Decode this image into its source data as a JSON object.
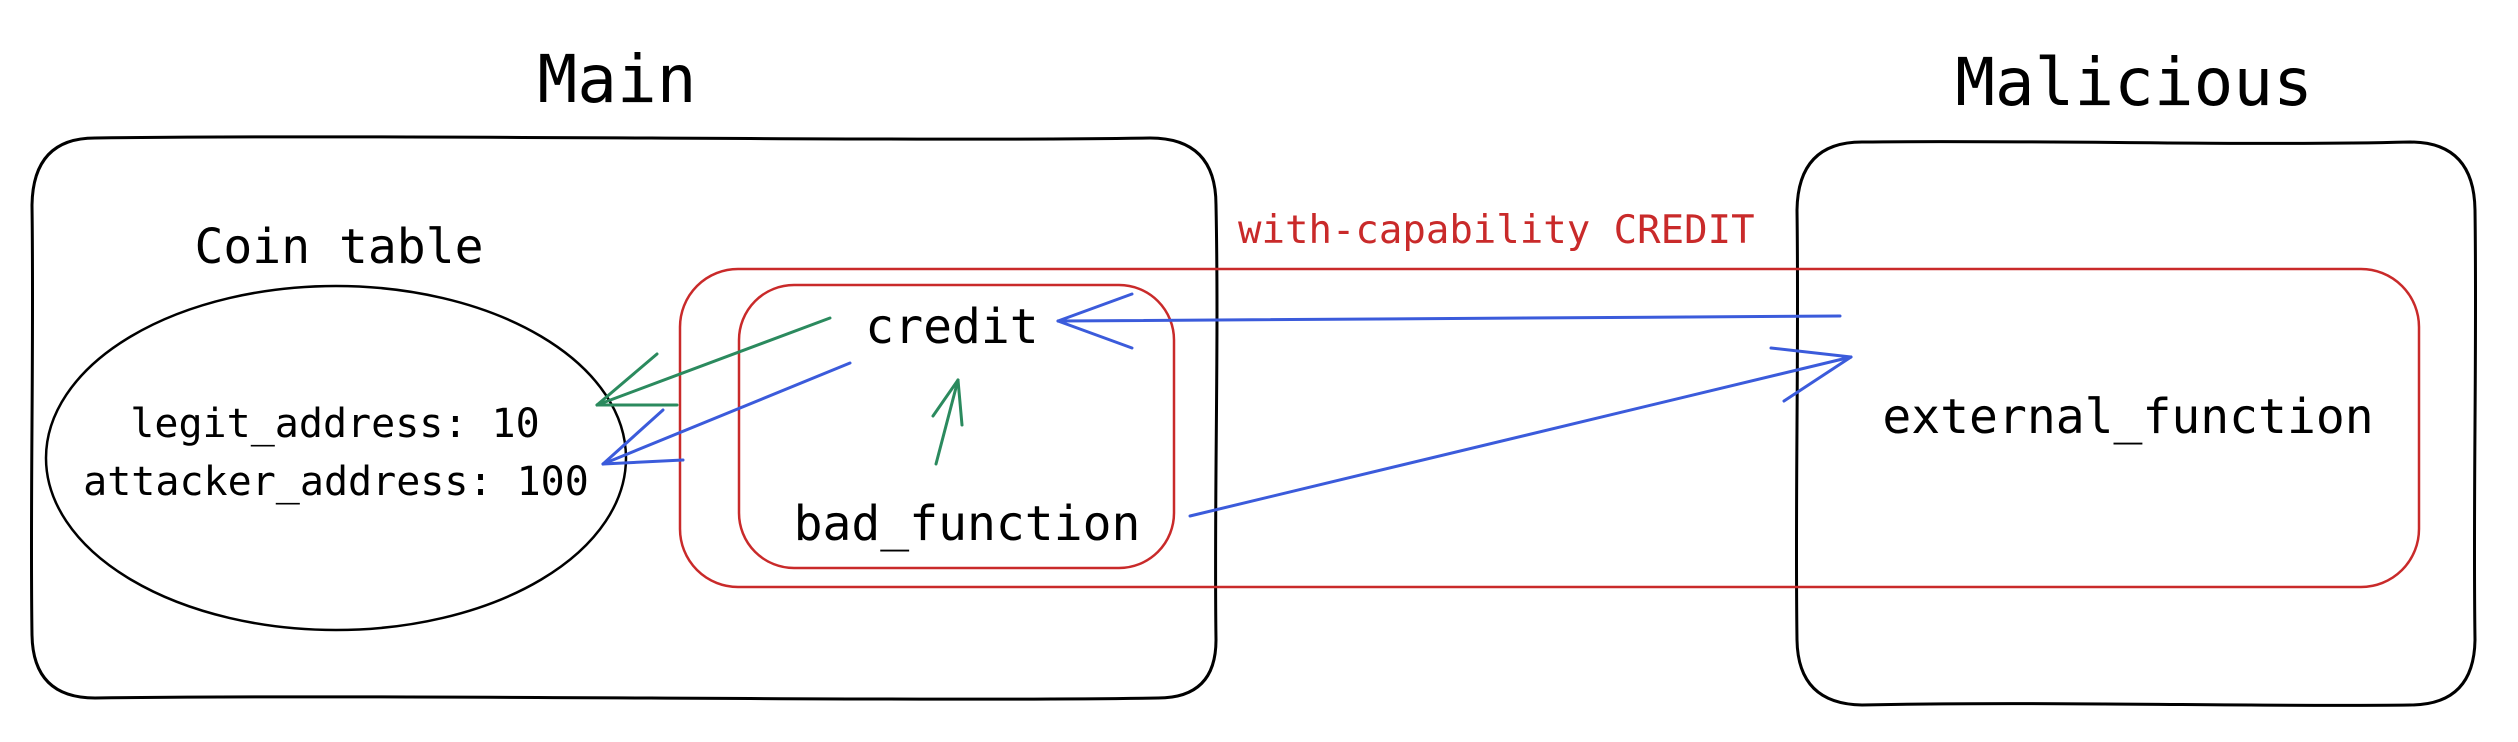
{
  "modules": {
    "main": {
      "title": "Main"
    },
    "malicious": {
      "title": "Malicious"
    }
  },
  "coin_table": {
    "title": "Coin table",
    "rows": [
      {
        "text": "legit_address: 10",
        "address": "legit_address",
        "balance": 10
      },
      {
        "text": "attacker_address: 100",
        "address": "attacker_address",
        "balance": 100
      }
    ]
  },
  "capability": {
    "label": "with-capability CREDIT"
  },
  "functions": {
    "credit": "credit",
    "bad_function": "bad_function",
    "external_function": "external_function"
  },
  "arrows": [
    {
      "from": "credit",
      "to": "legit_address",
      "color": "green"
    },
    {
      "from": "bad_function",
      "to": "credit",
      "color": "green"
    },
    {
      "from": "credit",
      "to": "attacker_address",
      "color": "blue"
    },
    {
      "from": "bad_function",
      "to": "external_function",
      "color": "blue"
    },
    {
      "from": "external_function",
      "to": "credit",
      "color": "blue"
    }
  ],
  "colors": {
    "capability_red": "#c92a2a",
    "legit_flow_green": "#2b8a5e",
    "attack_flow_blue": "#3b5bdb",
    "outline_black": "#000000"
  }
}
